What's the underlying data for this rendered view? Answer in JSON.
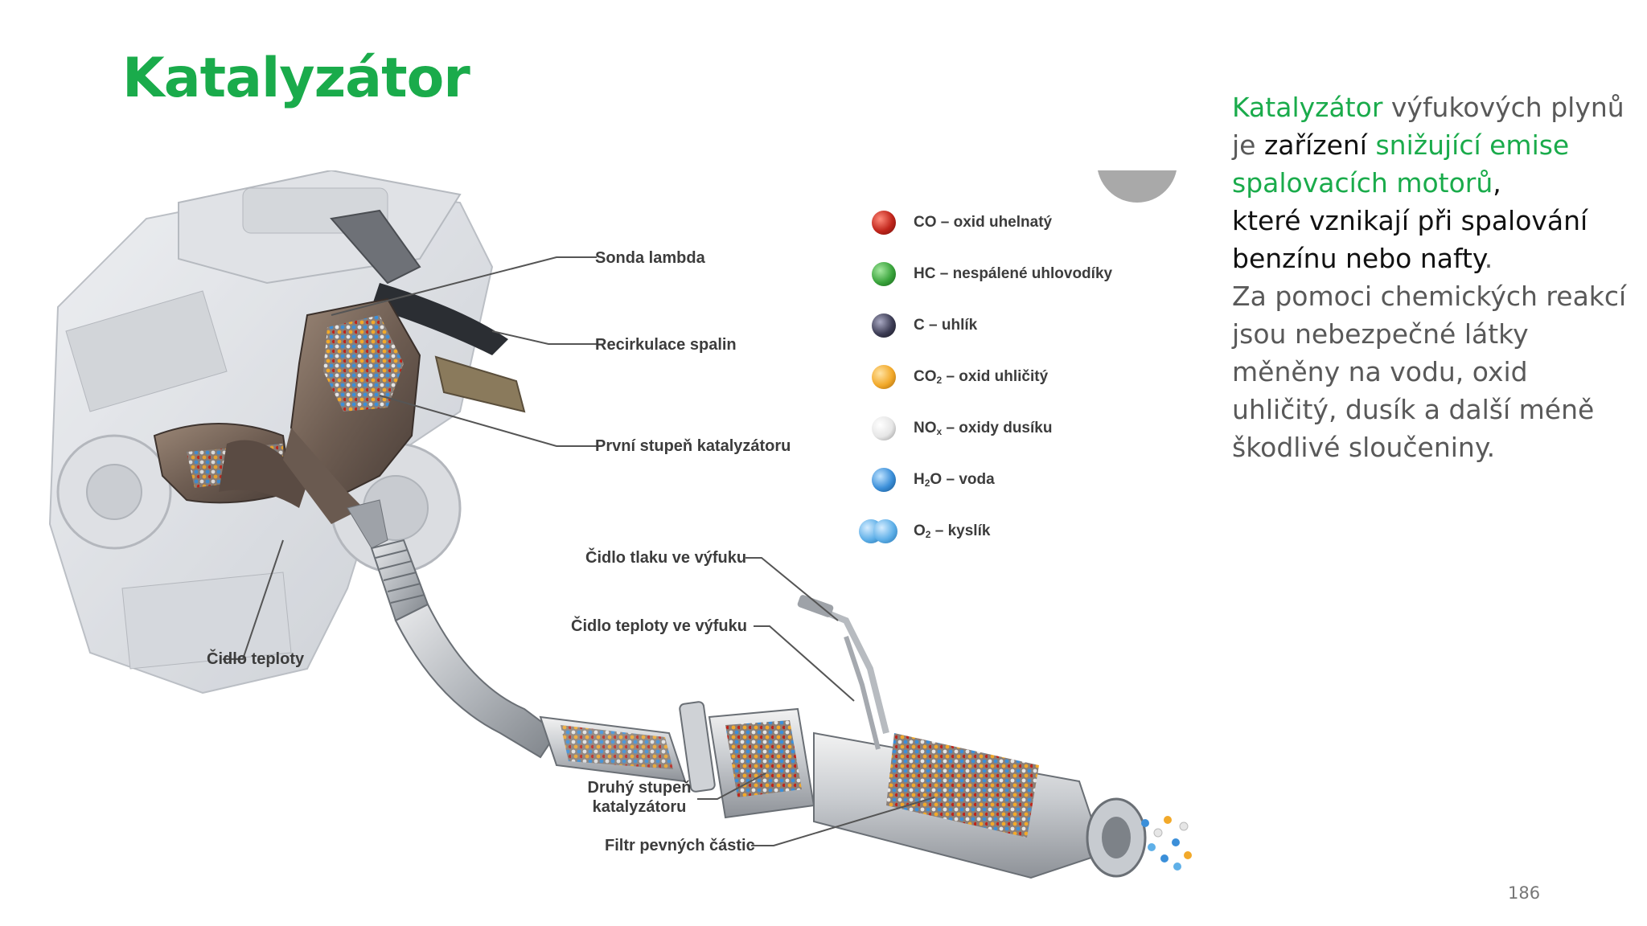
{
  "slide": {
    "title": "Katalyzátor",
    "page_number": "186"
  },
  "diagram": {
    "callouts": {
      "sonda_lambda": "Sonda lambda",
      "recirkulace": "Recirkulace spalin",
      "prvni_stupen": "První stupeň katalyzátoru",
      "cidlo_tlaku": "Čidlo tlaku ve výfuku",
      "cidlo_teploty_vyfuk": "Čidlo teploty ve výfuku",
      "cidlo_teploty": "Čidlo teploty",
      "druhy_stupen_1": "Druhý stupeň",
      "druhy_stupen_2": "katalyzátoru",
      "filtr": "Filtr pevných částic"
    },
    "legend": [
      {
        "formula": "CO",
        "sub": "",
        "rest": " – oxid uhelnatý",
        "color": "#c0251b"
      },
      {
        "formula": "HC",
        "sub": "",
        "rest": " – nespálené uhlovodíky",
        "color": "#3aa43c"
      },
      {
        "formula": "C",
        "sub": "",
        "rest": " – uhlík",
        "color": "#3d3d55"
      },
      {
        "formula": "CO",
        "sub": "2",
        "rest": " – oxid uhličitý",
        "color": "#f2a92a"
      },
      {
        "formula": "NO",
        "sub": "x",
        "rest": " – oxidy dusíku",
        "color": "#e6e6e6"
      },
      {
        "formula": "H",
        "sub": "2",
        "rest": "O – voda",
        "color": "#3b8fd9"
      },
      {
        "formula": "O",
        "sub": "2",
        "rest": " – kyslík",
        "color": "#5fb0e8"
      }
    ],
    "colors": {
      "title_green": "#1aab4b",
      "text_gray": "#595959",
      "text_dark": "#111111"
    }
  },
  "description": {
    "p1_a": "Katalyzátor",
    "p1_b": " výfukových plynů je ",
    "p1_c": "zařízení",
    "p1_d": " ",
    "p1_e": "snižující emise spalovacích motorů",
    "p1_f": ",",
    "p2_a": "které vznikají při spalování benzínu nebo nafty",
    "p2_b": ".",
    "p3": "Za pomoci chemických reakcí jsou nebezpečné látky měněny na vodu, oxid uhličitý, dusík a další méně škodlivé sloučeniny."
  }
}
